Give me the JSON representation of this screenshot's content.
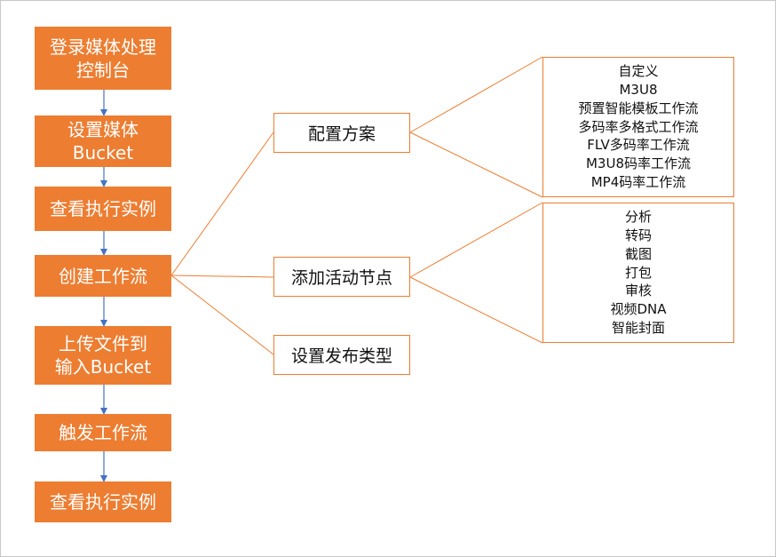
{
  "colors": {
    "accent": "#ed7d31",
    "arrow": "#4472c4",
    "text_on_accent": "#ffffff"
  },
  "steps": [
    {
      "lines": [
        "登录媒体处理",
        "控制台"
      ]
    },
    {
      "lines": [
        "设置媒体",
        "Bucket"
      ]
    },
    {
      "lines": [
        "查看执行实例"
      ]
    },
    {
      "lines": [
        "创建工作流"
      ]
    },
    {
      "lines": [
        "上传文件到",
        "输入Bucket"
      ]
    },
    {
      "lines": [
        "触发工作流"
      ]
    },
    {
      "lines": [
        "查看执行实例"
      ]
    }
  ],
  "options": [
    {
      "label": "配置方案"
    },
    {
      "label": "添加活动节点"
    },
    {
      "label": "设置发布类型"
    }
  ],
  "details": [
    {
      "items": [
        "自定义",
        "M3U8",
        "预置智能模板工作流",
        "多码率多格式工作流",
        "FLV多码率工作流",
        "M3U8码率工作流",
        "MP4码率工作流"
      ]
    },
    {
      "items": [
        "分析",
        "转码",
        "截图",
        "打包",
        "审核",
        "视频DNA",
        "智能封面"
      ]
    }
  ]
}
